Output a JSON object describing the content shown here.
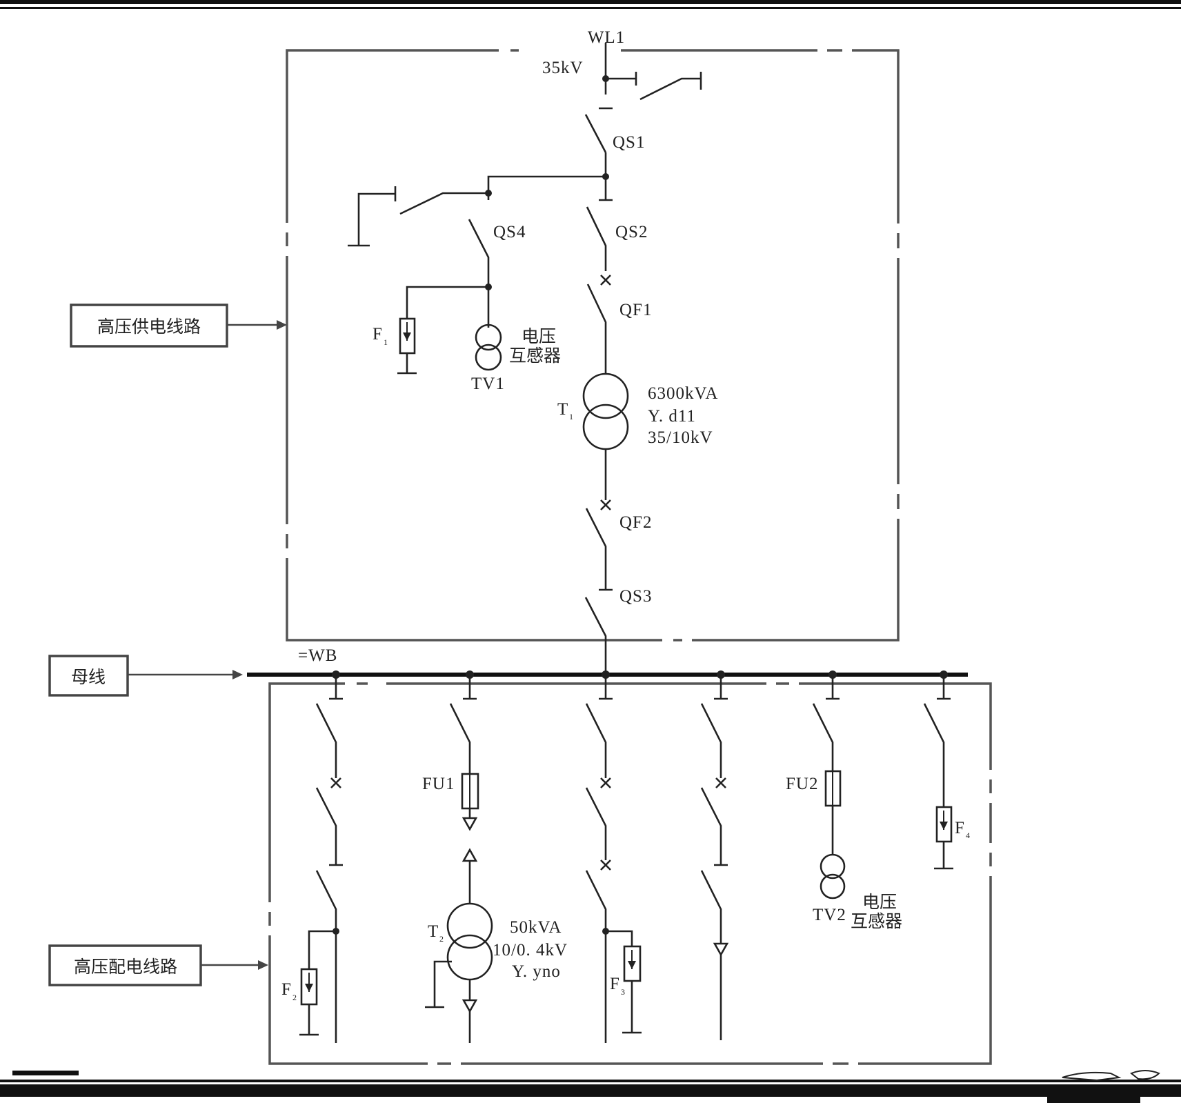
{
  "supply": {
    "line": "WL1",
    "voltage": "35kV",
    "qs1": "QS1",
    "qs2": "QS2",
    "qs3": "QS3",
    "qs4": "QS4",
    "qf1": "QF1",
    "qf2": "QF2",
    "f1": "F",
    "f1_sub": "1",
    "tv1": "TV1",
    "tv1_desc_1": "电压",
    "tv1_desc_2": "互感器",
    "t1": "T",
    "t1_sub": "1",
    "t1_rating": "6300kVA",
    "t1_connection": "Y. d11",
    "t1_ratio": "35/10kV"
  },
  "bus": {
    "label": "=WB"
  },
  "distribution": {
    "fu1": "FU1",
    "fu2": "FU2",
    "t2": "T",
    "t2_sub": "2",
    "t2_rating": "50kVA",
    "t2_ratio": "10/0. 4kV",
    "t2_connection": "Y. yno",
    "f2": "F",
    "f2_sub": "2",
    "f3": "F",
    "f3_sub": "3",
    "f4": "F",
    "f4_sub": "4",
    "tv2": "TV2",
    "tv2_desc_1": "电压",
    "tv2_desc_2": "互感器"
  },
  "callouts": {
    "supply_line": "高压供电线路",
    "busbar": "母线",
    "distribution_line": "高压配电线路"
  }
}
